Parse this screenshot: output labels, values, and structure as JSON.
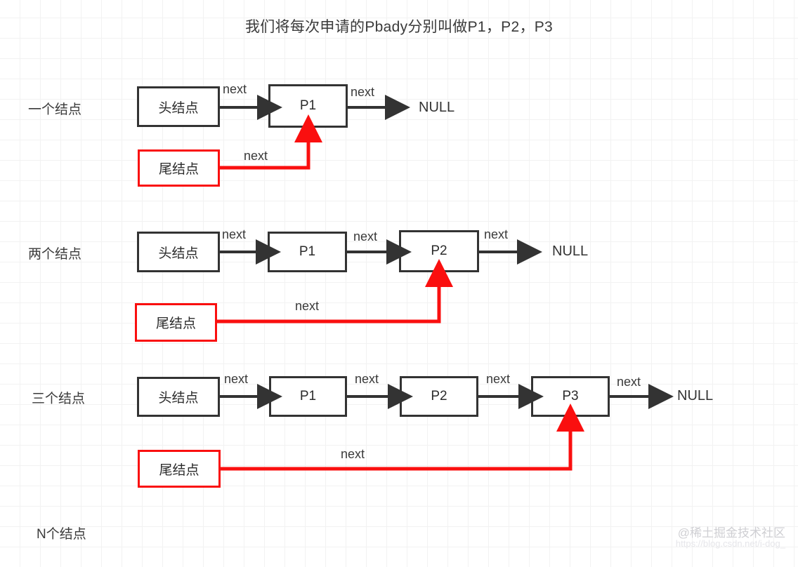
{
  "title": "我们将每次申请的Pbady分别叫做P1，P2，P3",
  "colors": {
    "node_border": "#333333",
    "tail_border": "#fa0f0f",
    "tail_arrow": "#fa0f0f",
    "arrow": "#333333",
    "text": "#3a3a3a",
    "grid_minor": "#f2f2f2",
    "grid_major": "#e6e6e6",
    "background": "#ffffff"
  },
  "labels": {
    "head_node": "头结点",
    "tail_node": "尾结点",
    "next": "next",
    "null": "NULL"
  },
  "rows": [
    {
      "id": "row-one-node",
      "label": "一个结点",
      "nodes": [
        "头结点",
        "P1"
      ],
      "terminator": "NULL",
      "edge_labels": [
        "next",
        "next"
      ],
      "tail": {
        "label": "尾结点",
        "edge_label": "next",
        "points_to": "P1"
      }
    },
    {
      "id": "row-two-nodes",
      "label": "两个结点",
      "nodes": [
        "头结点",
        "P1",
        "P2"
      ],
      "terminator": "NULL",
      "edge_labels": [
        "next",
        "next",
        "next"
      ],
      "tail": {
        "label": "尾结点",
        "edge_label": "next",
        "points_to": "P2"
      }
    },
    {
      "id": "row-three-nodes",
      "label": "三个结点",
      "nodes": [
        "头结点",
        "P1",
        "P2",
        "P3"
      ],
      "terminator": "NULL",
      "edge_labels": [
        "next",
        "next",
        "next",
        "next"
      ],
      "tail": {
        "label": "尾结点",
        "edge_label": "next",
        "points_to": "P3"
      }
    },
    {
      "id": "row-n-nodes",
      "label": "N个结点",
      "nodes": [],
      "terminator": "",
      "edge_labels": [],
      "tail": null
    }
  ],
  "watermark": {
    "main": "@稀土掘金技术社区",
    "sub": "https://blog.csdn.net/i-dog_"
  }
}
